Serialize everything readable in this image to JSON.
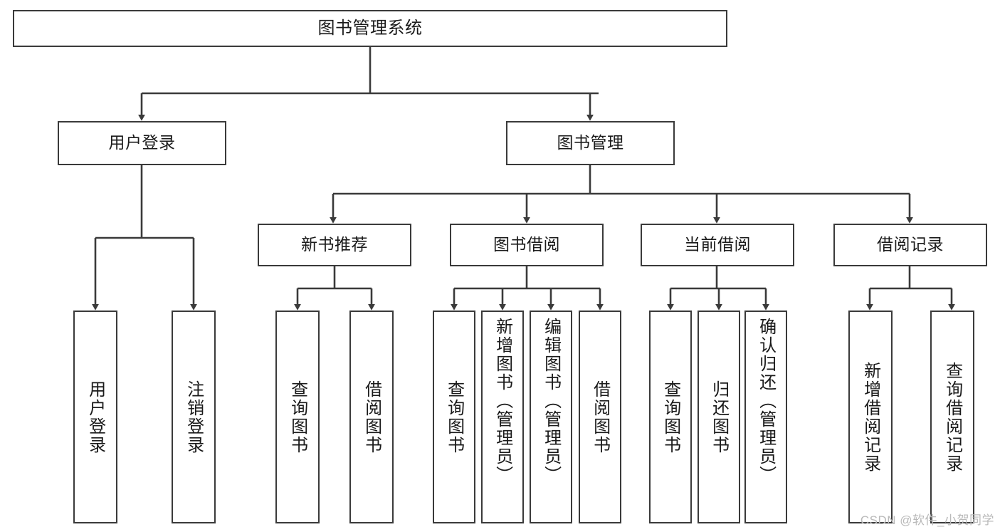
{
  "diagram": {
    "title": "图书管理系统",
    "type": "functional-structure-tree",
    "stroke_color": "#3a3a3a",
    "fill_color": "#ffffff",
    "text_color": "#1a1a1a",
    "watermark": "CSDN @软件_小贺同学"
  },
  "nodes": {
    "root": {
      "id": "root",
      "label": "图书管理系统",
      "level": 0
    },
    "l1": [
      {
        "id": "user-login",
        "label": "用户登录",
        "level": 1
      },
      {
        "id": "book-manage",
        "label": "图书管理",
        "level": 1
      }
    ],
    "l2": [
      {
        "id": "new-book-rec",
        "label": "新书推荐",
        "level": 2
      },
      {
        "id": "book-borrow",
        "label": "图书借阅",
        "level": 2
      },
      {
        "id": "current-borrow",
        "label": "当前借阅",
        "level": 2
      },
      {
        "id": "borrow-record",
        "label": "借阅记录",
        "level": 2
      }
    ],
    "leaves": [
      {
        "id": "leaf-user-login",
        "label": "用户登录",
        "parent": "user-login"
      },
      {
        "id": "leaf-user-logout",
        "label": "注销登录",
        "parent": "user-login"
      },
      {
        "id": "leaf-rec-query",
        "label": "查询图书",
        "parent": "new-book-rec"
      },
      {
        "id": "leaf-rec-borrow",
        "label": "借阅图书",
        "parent": "new-book-rec"
      },
      {
        "id": "leaf-borrow-query",
        "label": "查询图书",
        "parent": "book-borrow"
      },
      {
        "id": "leaf-borrow-add",
        "label": "新增图书（管理员）",
        "parent": "book-borrow"
      },
      {
        "id": "leaf-borrow-edit",
        "label": "编辑图书（管理员）",
        "parent": "book-borrow"
      },
      {
        "id": "leaf-borrow-lend",
        "label": "借阅图书",
        "parent": "book-borrow"
      },
      {
        "id": "leaf-cur-query",
        "label": "查询图书",
        "parent": "current-borrow"
      },
      {
        "id": "leaf-cur-return",
        "label": "归还图书",
        "parent": "current-borrow"
      },
      {
        "id": "leaf-cur-confirm",
        "label": "确认归还（管理员）",
        "parent": "current-borrow"
      },
      {
        "id": "leaf-rec-add",
        "label": "新增借阅记录",
        "parent": "borrow-record"
      },
      {
        "id": "leaf-rec-query2",
        "label": "查询借阅记录",
        "parent": "borrow-record"
      }
    ]
  },
  "chart_data": {
    "type": "tree",
    "title": "图书管理系统",
    "hierarchy": {
      "name": "图书管理系统",
      "children": [
        {
          "name": "用户登录",
          "children": [
            {
              "name": "用户登录"
            },
            {
              "name": "注销登录"
            }
          ]
        },
        {
          "name": "图书管理",
          "children": [
            {
              "name": "新书推荐",
              "children": [
                {
                  "name": "查询图书"
                },
                {
                  "name": "借阅图书"
                }
              ]
            },
            {
              "name": "图书借阅",
              "children": [
                {
                  "name": "查询图书"
                },
                {
                  "name": "新增图书（管理员）"
                },
                {
                  "name": "编辑图书（管理员）"
                },
                {
                  "name": "借阅图书"
                }
              ]
            },
            {
              "name": "当前借阅",
              "children": [
                {
                  "name": "查询图书"
                },
                {
                  "name": "归还图书"
                },
                {
                  "name": "确认归还（管理员）"
                }
              ]
            },
            {
              "name": "借阅记录",
              "children": [
                {
                  "name": "新增借阅记录"
                },
                {
                  "name": "查询借阅记录"
                }
              ]
            }
          ]
        }
      ]
    }
  }
}
